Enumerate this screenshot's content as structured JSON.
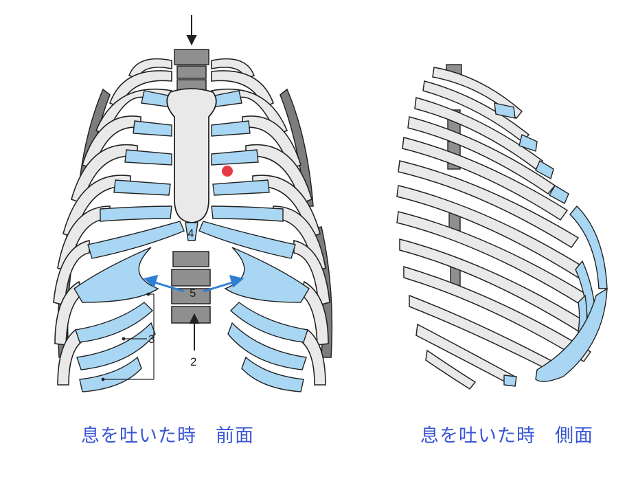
{
  "captions": {
    "front": "息を吐いた時　前面",
    "side": "息を吐いた時　側面"
  },
  "labels": {
    "l2": "2",
    "l3": "3",
    "l4": "4",
    "l5": "5"
  },
  "colors": {
    "bone": "#e9e9e9",
    "cartilage": "#a9d6f2",
    "outline": "#222222",
    "spine": "#8f8f8f",
    "marker": "#e63946",
    "arrow_blue": "#2f7fd4",
    "caption": "#3a56d4"
  }
}
